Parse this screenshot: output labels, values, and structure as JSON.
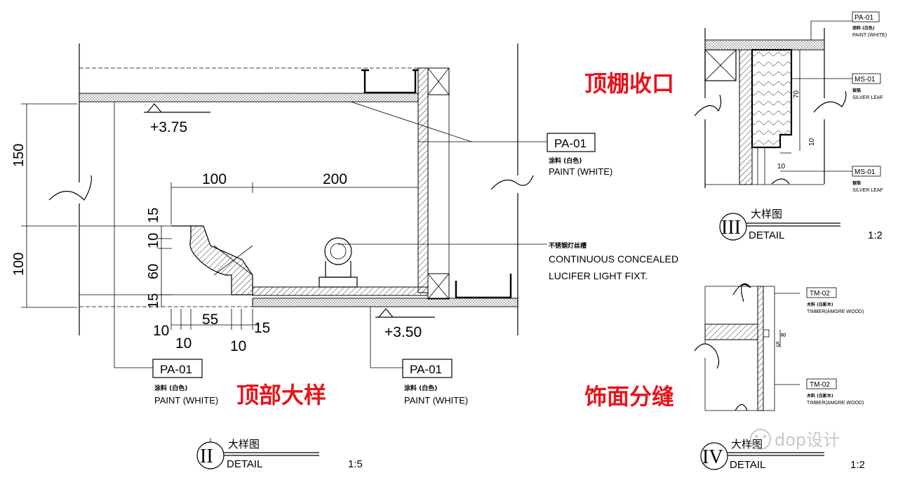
{
  "titles": {
    "ceiling_edge": "顶棚收口",
    "top_detail": "顶部大样",
    "finish_joint": "饰面分缝"
  },
  "levels": {
    "upper": "+3.75",
    "lower": "+3.50"
  },
  "dims": {
    "h150": "150",
    "h100": "100",
    "w100": "100",
    "w200": "200",
    "v15a": "15",
    "v10": "10",
    "v60": "60",
    "v15b": "15",
    "b10a": "10",
    "b10b": "10",
    "b55": "55",
    "b10c": "10",
    "b15": "15",
    "r70": "70",
    "r10a": "10",
    "r10b": "10",
    "r8": "8",
    "r5": "5"
  },
  "tags": {
    "pa01_code": "PA-01",
    "pa01_cn": "涂料 (白色)",
    "pa01_en": "PAINT (WHITE)",
    "ms01_code": "MS-01",
    "ms01_cn": "银箔",
    "ms01_en": "SILVER LEAF",
    "tm02_code": "TM-02",
    "tm02_cn": "木料 (白影木)",
    "tm02_en": "TIMBER(AMGRE WOOD)"
  },
  "light_note": {
    "cn": "不锈钢灯丝槽",
    "en1": "CONTINUOUS CONCEALED",
    "en2": "LUCIFER LIGHT FIXT."
  },
  "bubbles": {
    "b2": {
      "num": "II",
      "title": "大样图",
      "sub": "DETAIL",
      "scale": "1:5"
    },
    "b3": {
      "num": "III",
      "title": "大样图",
      "sub": "DETAIL",
      "scale": "1:2"
    },
    "b4": {
      "num": "IV",
      "title": "大样图",
      "sub": "DETAIL",
      "scale": "1:2"
    }
  },
  "watermark": "dop设计"
}
